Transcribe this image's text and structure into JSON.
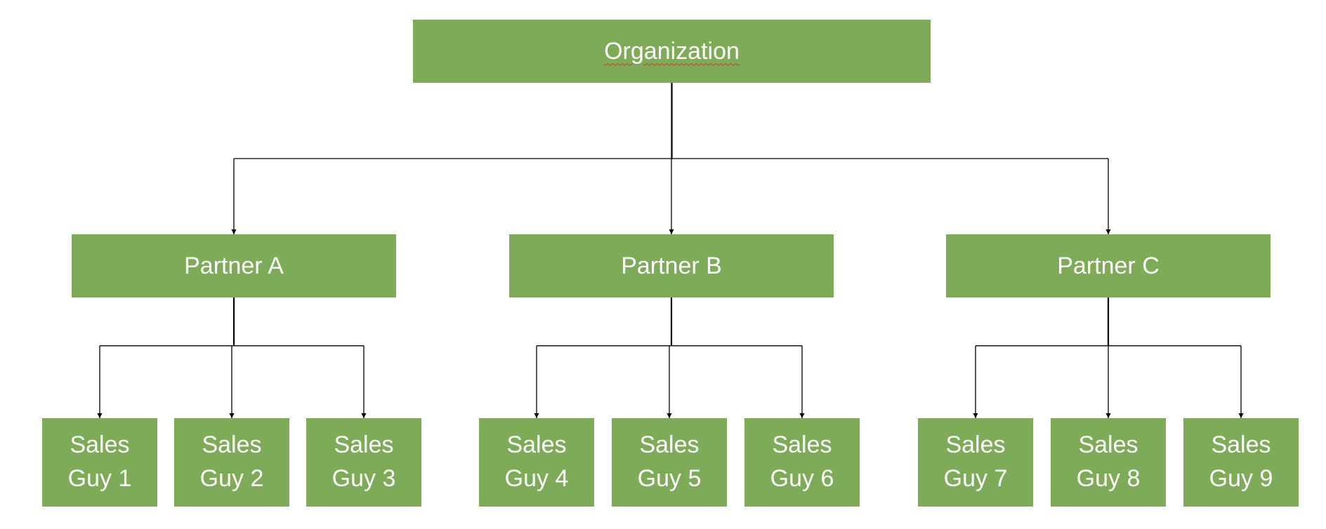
{
  "diagram": {
    "colors": {
      "node_fill": "#7DAB57",
      "node_text": "#FFFFFF",
      "connector": "#000000",
      "spellcheck_underline": "#D23B2B"
    },
    "root": {
      "label": "Organization"
    },
    "partners": [
      {
        "label": "Partner A",
        "sales": [
          {
            "label": "Sales Guy 1"
          },
          {
            "label": "Sales Guy 2"
          },
          {
            "label": "Sales Guy 3"
          }
        ]
      },
      {
        "label": "Partner B",
        "sales": [
          {
            "label": "Sales Guy 4"
          },
          {
            "label": "Sales Guy 5"
          },
          {
            "label": "Sales Guy 6"
          }
        ]
      },
      {
        "label": "Partner C",
        "sales": [
          {
            "label": "Sales Guy 7"
          },
          {
            "label": "Sales Guy 8"
          },
          {
            "label": "Sales Guy 9"
          }
        ]
      }
    ]
  }
}
